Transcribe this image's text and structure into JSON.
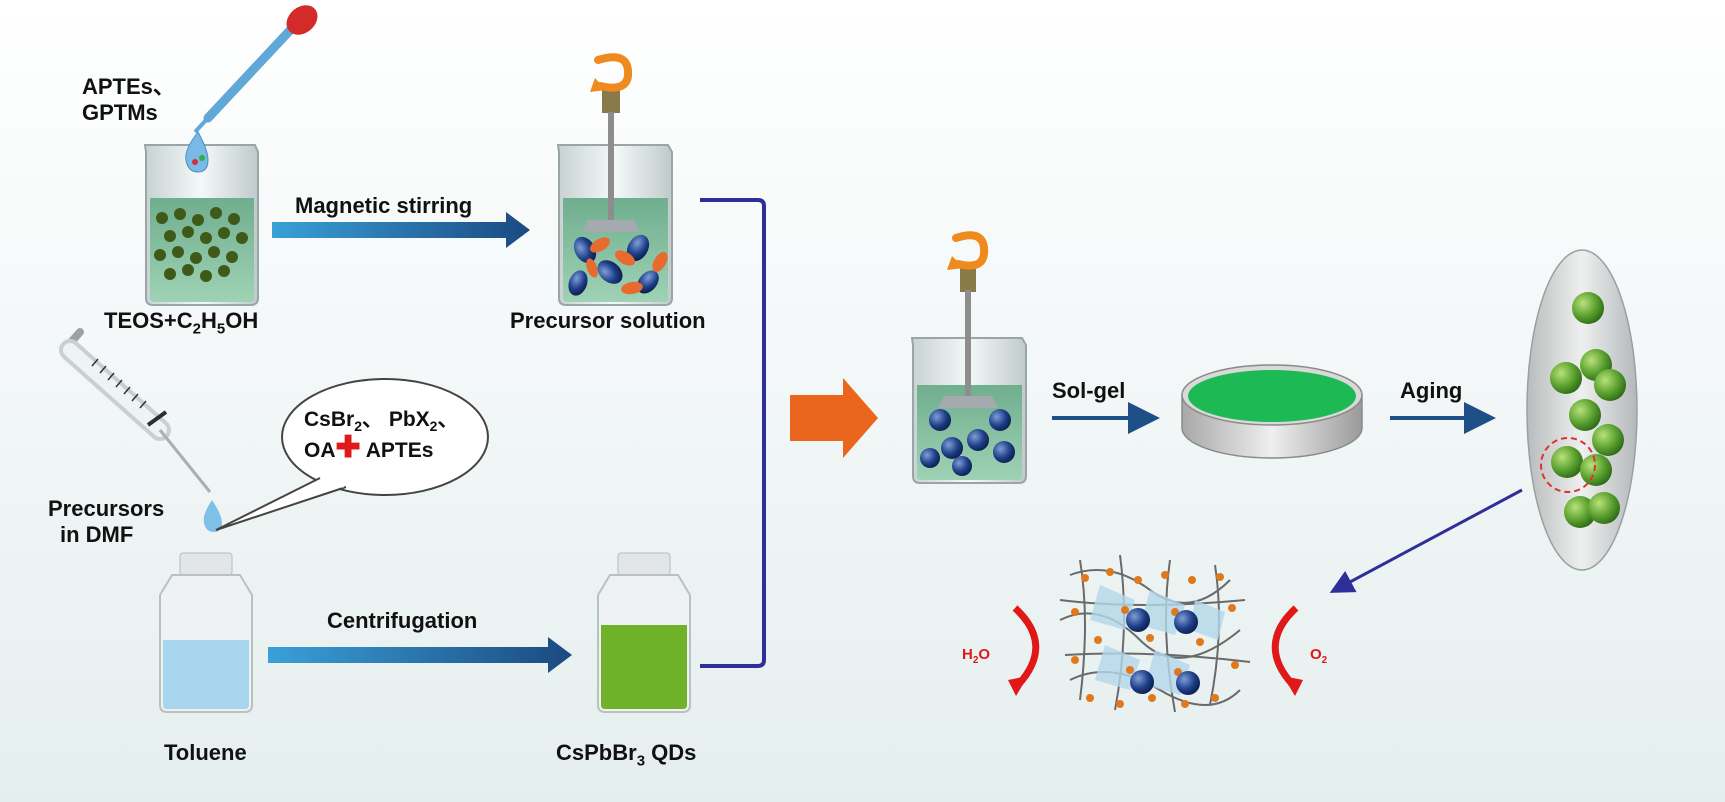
{
  "colors": {
    "background_top": "#ffffff",
    "background_bottom": "#e7f0f0",
    "arrow_blue": "#1e5a92",
    "bracket": "#2f2f9a",
    "big_arrow": "#e9661c",
    "green_liquid": "#1db954",
    "red_label": "#e01818"
  },
  "labels": {
    "aptes_gptms_line1": "APTEs、",
    "aptes_gptms_line2": "GPTMs",
    "teos_prefix": "TEOS+C",
    "teos_sub1": "2",
    "teos_mid": "H",
    "teos_sub2": "5",
    "teos_suffix": "OH",
    "magnetic_stirring": "Magnetic stirring",
    "precursor_solution": "Precursor solution",
    "bubble_cs": "CsBr",
    "bubble_cs_sub": "2",
    "bubble_sep1": "、 PbX",
    "bubble_pb_sub": "2",
    "bubble_sep2": "、",
    "bubble_oa": "OA",
    "bubble_aptes": " APTEs",
    "precursors_line1": "Precursors",
    "precursors_line2": "in DMF",
    "centrifugation": "Centrifugation",
    "toluene": "Toluene",
    "qds_prefix": "CsPbBr",
    "qds_sub": "3",
    "qds_suffix": " QDs",
    "sol_gel": "Sol-gel",
    "aging": "Aging",
    "h2o_prefix": "H",
    "h2o_sub": "2",
    "h2o_suffix": "O",
    "o2_prefix": "O",
    "o2_sub": "2"
  }
}
